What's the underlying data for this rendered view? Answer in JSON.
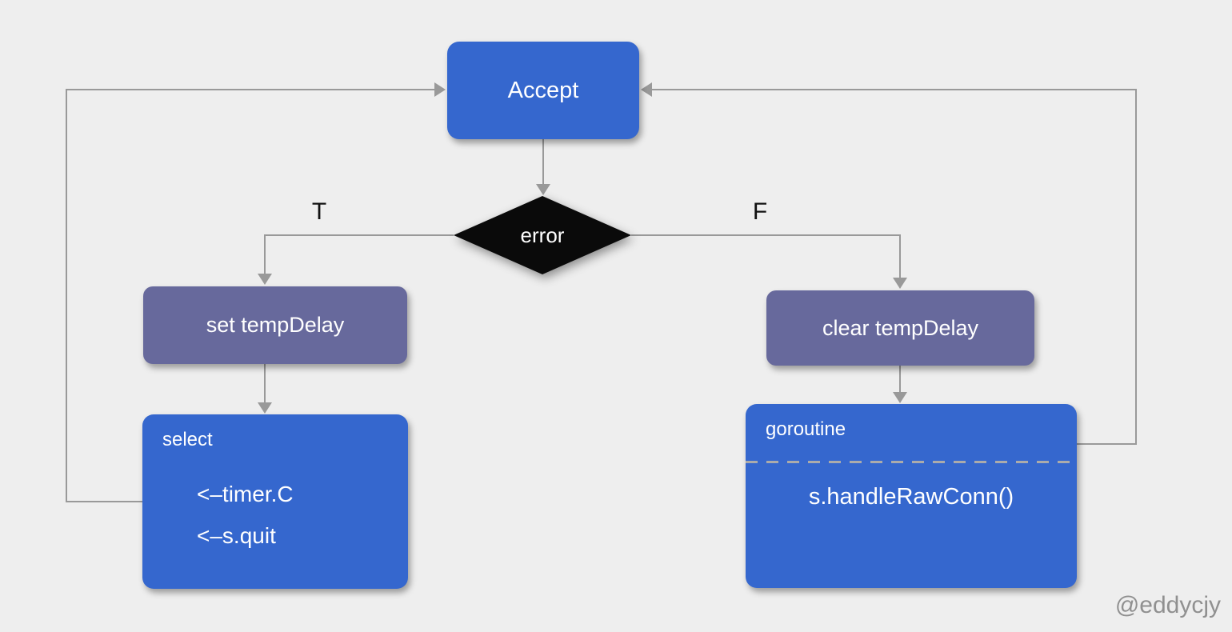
{
  "canvas": {
    "background": "#EEEEEE",
    "line_color": "#999999",
    "node_blue": "#3567CE",
    "node_purple": "#67699C",
    "diamond_black": "#0A0A0A",
    "divider_gray": "#ABABAB"
  },
  "nodes": {
    "accept": {
      "label": "Accept"
    },
    "error": {
      "label": "error"
    },
    "set_tempdelay": {
      "label": "set tempDelay"
    },
    "clear_tempdelay": {
      "label": "clear tempDelay"
    },
    "select": {
      "title": "select",
      "items": [
        "<–timer.C",
        "<–s.quit"
      ]
    },
    "goroutine": {
      "title": "goroutine",
      "body": "s.handleRawConn()"
    }
  },
  "edge_labels": {
    "true_branch": "T",
    "false_branch": "F"
  },
  "watermark": "@eddycjy"
}
